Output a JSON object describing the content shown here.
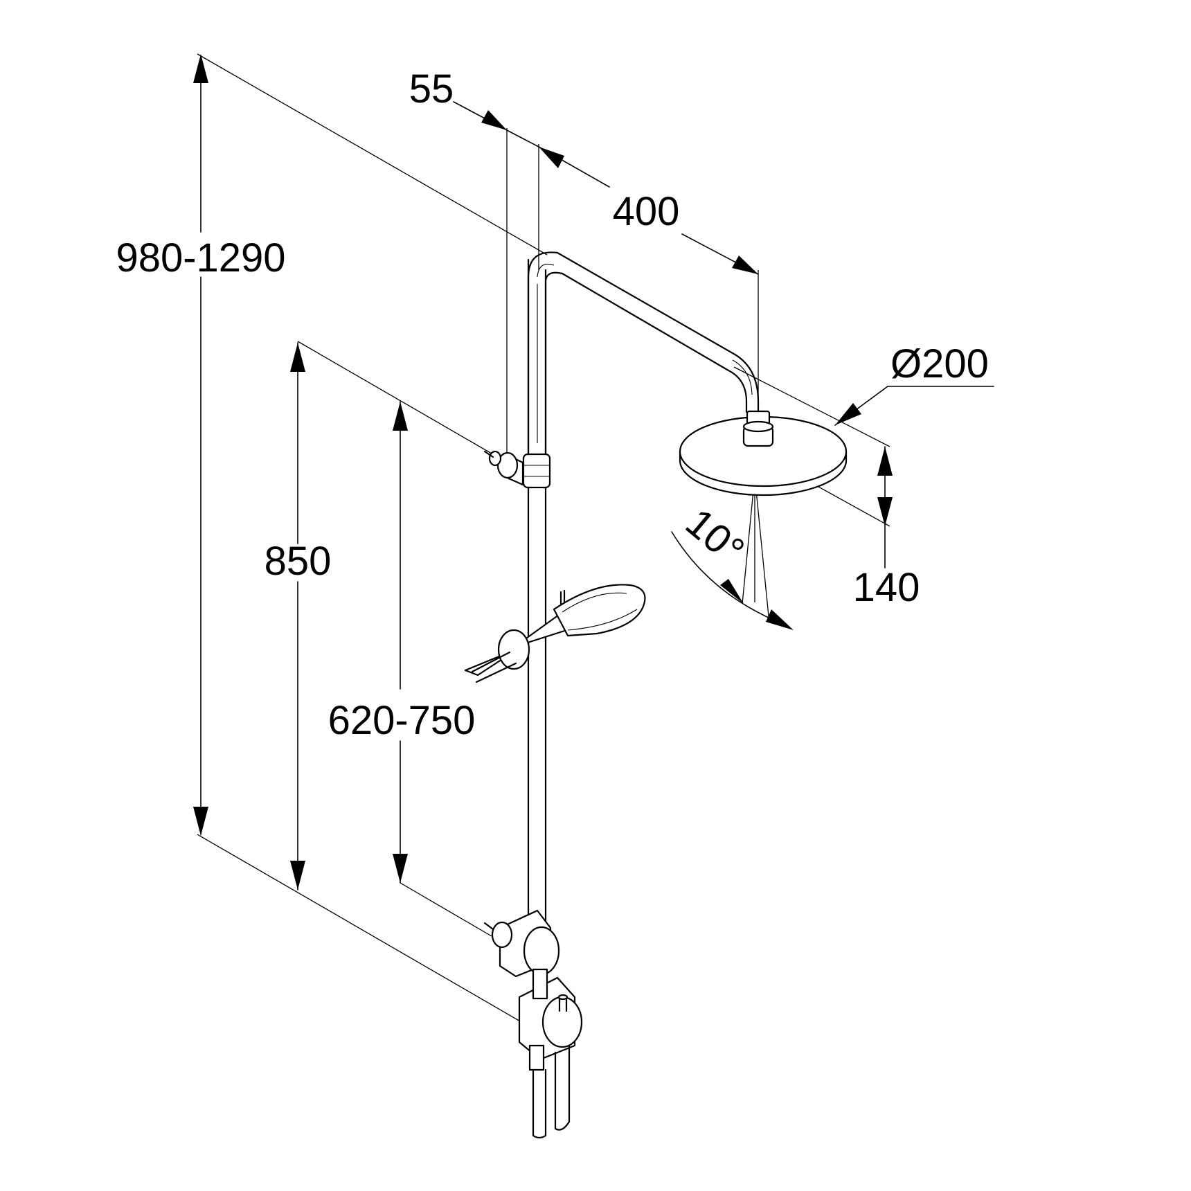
{
  "dimensions": {
    "total_height": "980-1290",
    "offset_width": "55",
    "arm_length": "400",
    "head_diameter": "Ø200",
    "head_drop": "140",
    "tilt_angle": "10°",
    "bracket_spacing": "850",
    "handshower_range": "620-750"
  },
  "colors": {
    "line": "#000000",
    "background": "#ffffff"
  }
}
